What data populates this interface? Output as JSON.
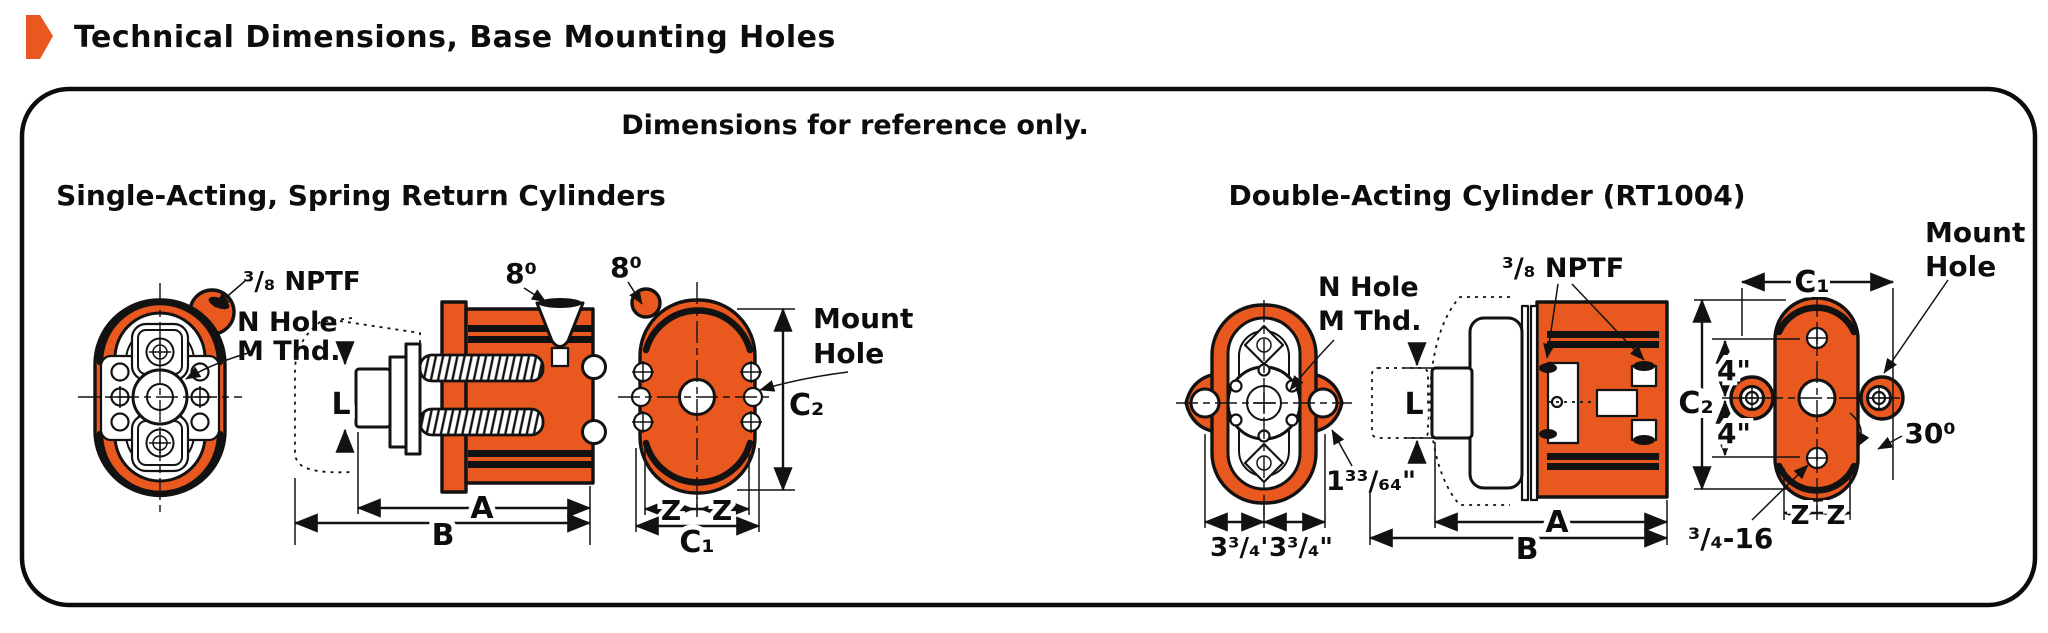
{
  "header": {
    "title": "Technical Dimensions, Base Mounting Holes"
  },
  "panel": {
    "note": "Dimensions for reference only."
  },
  "colors": {
    "accent": "#E8581F",
    "line": "#121212",
    "background": "#FFFFFF"
  },
  "single_acting": {
    "title": "Single-Acting, Spring Return Cylinders",
    "port_thread": "³/₈ NPTF",
    "n_hole_label": "N Hole",
    "m_thd_label": "M Thd.",
    "port_angle": "8⁰",
    "rear_angle": "8⁰",
    "dim_l": "L",
    "dim_a": "A",
    "dim_b": "B",
    "dim_c1": "C₁",
    "dim_c2": "C₂",
    "dim_z_left": "Z",
    "dim_z_right": "Z",
    "mount_hole_line1": "Mount",
    "mount_hole_line2": "Hole"
  },
  "double_acting": {
    "title": "Double-Acting Cylinder (RT1004)",
    "port_thread": "³/₈ NPTF",
    "n_hole_label": "N Hole",
    "m_thd_label": "M Thd.",
    "mount_hole_line1": "Mount",
    "mount_hole_line2": "Hole",
    "bore_diameter": "1³³/₆₄\"",
    "bolt_spacing_left": "3³/₄\"",
    "bolt_spacing_right": "3³/₄\"",
    "hole_spacing_top": "4\"",
    "hole_spacing_bottom": "4\"",
    "dim_l": "L",
    "dim_a": "A",
    "dim_b": "B",
    "dim_c1": "C₁",
    "dim_c2": "C₂",
    "dim_z_left": "Z",
    "dim_z_right": "Z",
    "ear_angle": "30⁰",
    "mount_thread": "³/₄-16"
  }
}
